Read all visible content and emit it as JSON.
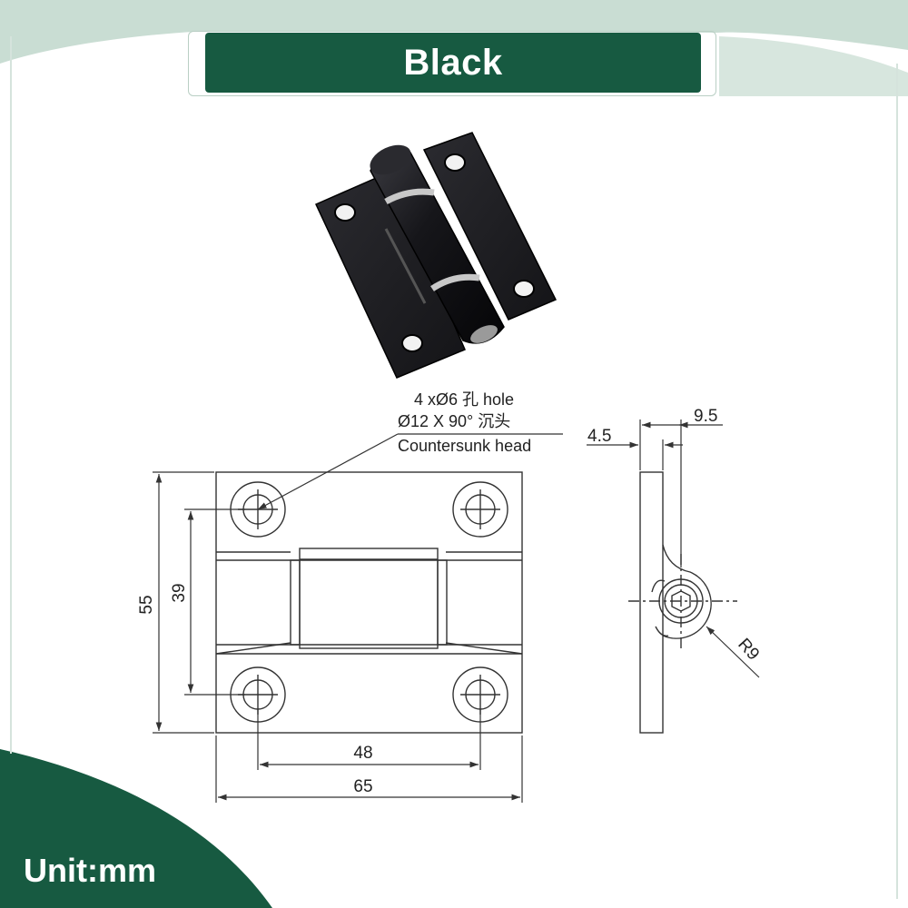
{
  "title": "Black",
  "unit": "Unit:mm",
  "callout": {
    "line1": "4 xØ6 孔 hole",
    "line2": "Ø12 X 90°  沉头",
    "line3": "Countersunk head"
  },
  "dimensions": {
    "overall_height": "55",
    "hole_spacing_vertical": "39",
    "hole_spacing_horizontal": "48",
    "overall_width": "65",
    "side_offset": "4.5",
    "side_thickness": "9.5",
    "knuckle_radius": "R9"
  },
  "colors": {
    "accent": "#175a41",
    "background_tint": "#c9ddd3",
    "hinge": "#1c1c20"
  }
}
